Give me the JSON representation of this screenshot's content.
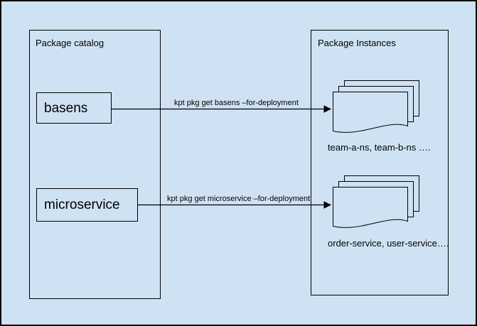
{
  "colors": {
    "background": "#cfe2f3",
    "stroke": "#000000",
    "text": "#000000"
  },
  "catalog_panel": {
    "title": "Package catalog",
    "packages": [
      {
        "name": "basens"
      },
      {
        "name": "microservice"
      }
    ]
  },
  "instances_panel": {
    "title": "Package Instances",
    "stacks": [
      {
        "caption": "team-a-ns, team-b-ns …."
      },
      {
        "caption": "order-service, user-service…."
      }
    ]
  },
  "commands": [
    {
      "label": "kpt pkg get basens –for-deployment"
    },
    {
      "label": "kpt pkg get microservice –for-deployment"
    }
  ]
}
